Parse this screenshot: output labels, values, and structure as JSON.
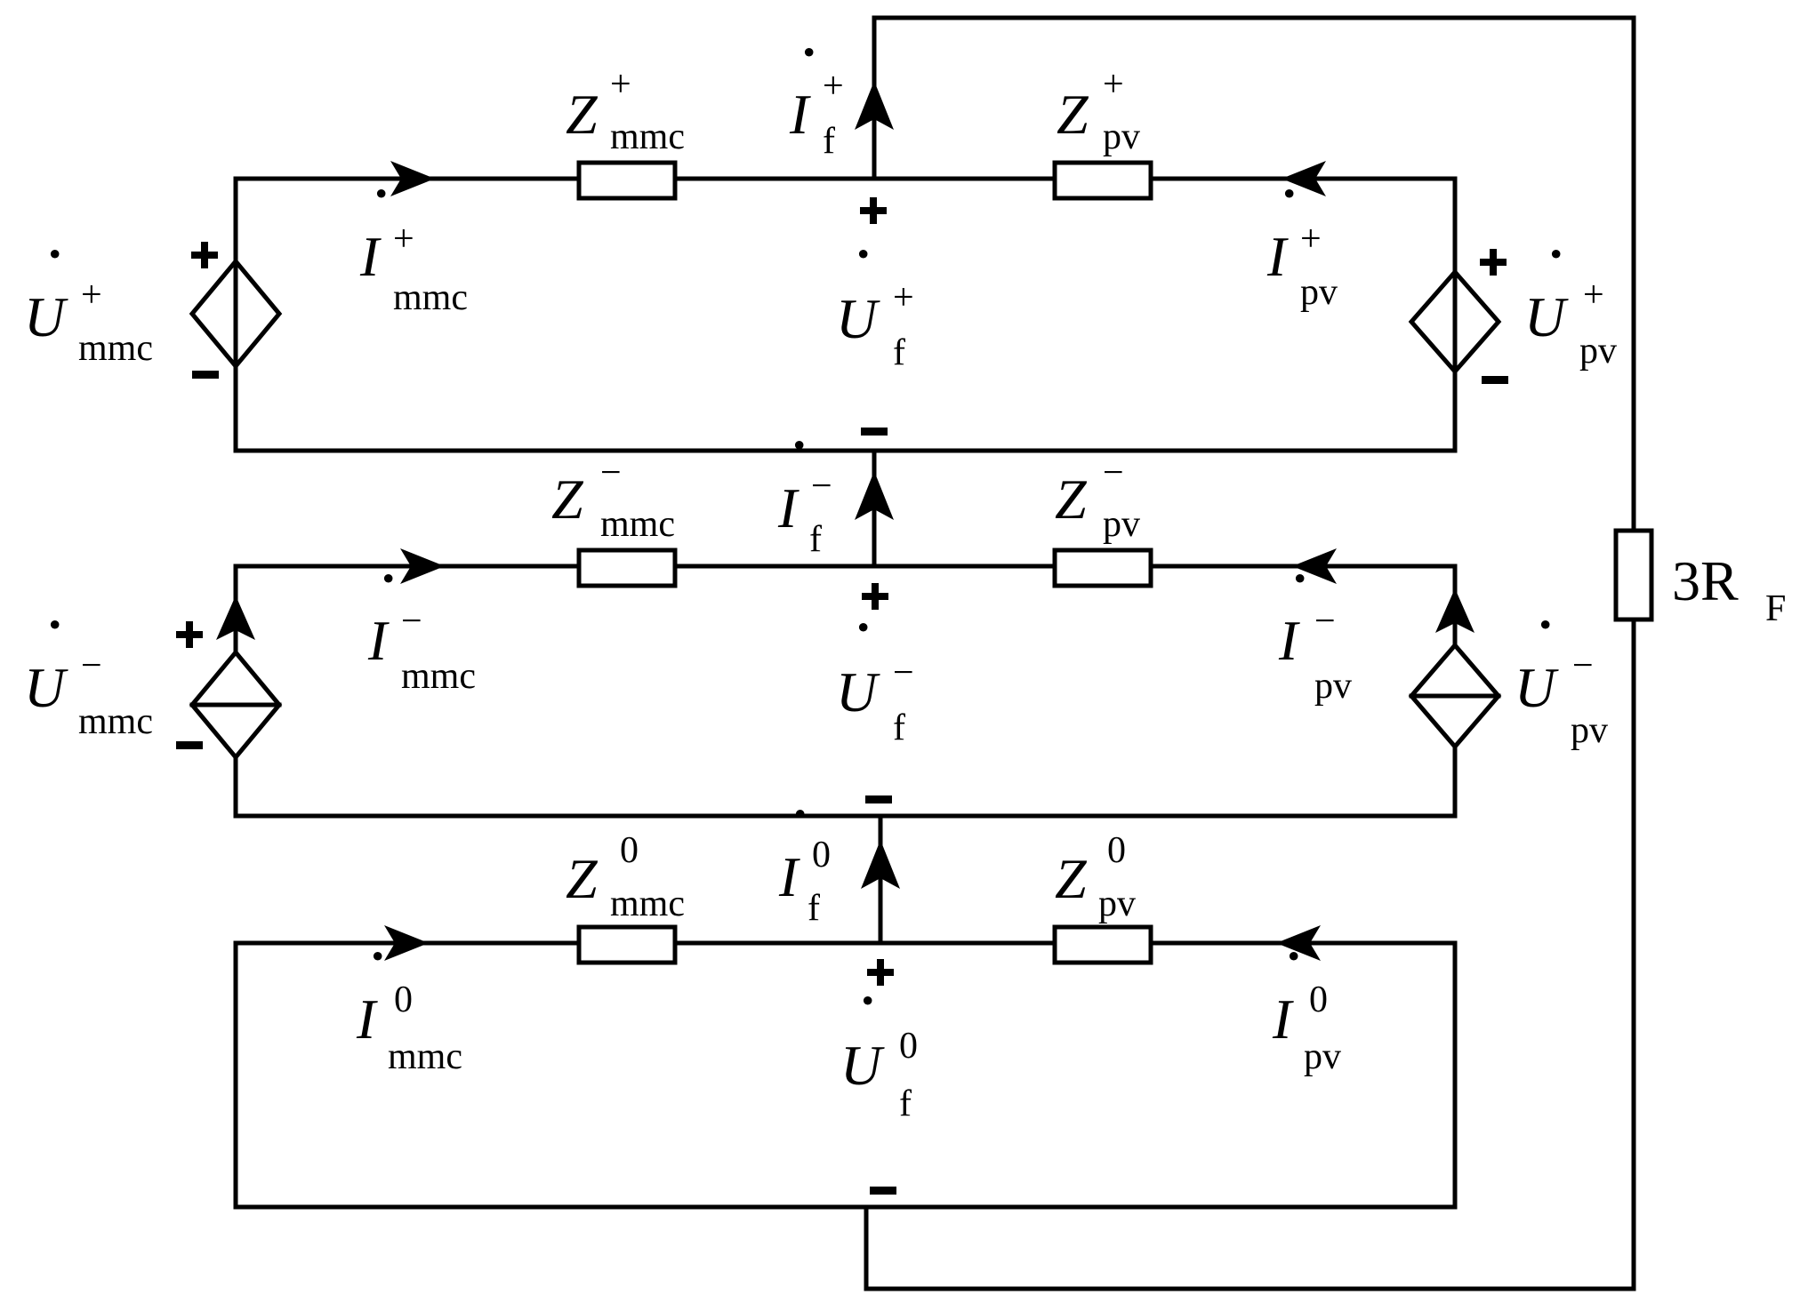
{
  "labels": {
    "pos": {
      "z_mmc": {
        "base": "Z",
        "sup": "+",
        "sub": "mmc"
      },
      "z_pv": {
        "base": "Z",
        "sup": "+",
        "sub": "pv"
      },
      "i_f": {
        "base": "I",
        "sup": "+",
        "sub": "f",
        "dot": "˙"
      },
      "i_mmc": {
        "base": "I",
        "sup": "+",
        "sub": "mmc",
        "dot": "˙"
      },
      "i_pv": {
        "base": "I",
        "sup": "+",
        "sub": "pv",
        "dot": "˙"
      },
      "u_f": {
        "base": "U",
        "sup": "+",
        "sub": "f",
        "dot": "˙"
      },
      "u_mmc": {
        "base": "U",
        "sup": "+",
        "sub": "mmc",
        "dot": "˙"
      },
      "u_pv": {
        "base": "U",
        "sup": "+",
        "sub": "pv",
        "dot": "˙"
      }
    },
    "neg": {
      "z_mmc": {
        "base": "Z",
        "sup": "−",
        "sub": "mmc"
      },
      "z_pv": {
        "base": "Z",
        "sup": "−",
        "sub": "pv"
      },
      "i_f": {
        "base": "I",
        "sup": "−",
        "sub": "f",
        "dot": "˙"
      },
      "i_mmc": {
        "base": "I",
        "sup": "−",
        "sub": "mmc",
        "dot": "˙"
      },
      "i_pv": {
        "base": "I",
        "sup": "−",
        "sub": "pv",
        "dot": "˙"
      },
      "u_f": {
        "base": "U",
        "sup": "−",
        "sub": "f",
        "dot": "˙"
      },
      "u_mmc": {
        "base": "U",
        "sup": "−",
        "sub": "mmc",
        "dot": "˙"
      },
      "u_pv": {
        "base": "U",
        "sup": "−",
        "sub": "pv",
        "dot": "˙"
      }
    },
    "zero": {
      "z_mmc": {
        "base": "Z",
        "sup": "0",
        "sub": "mmc"
      },
      "z_pv": {
        "base": "Z",
        "sup": "0",
        "sub": "pv"
      },
      "i_f": {
        "base": "I",
        "sup": "0",
        "sub": "f",
        "dot": "˙"
      },
      "i_mmc": {
        "base": "I",
        "sup": "0",
        "sub": "mmc",
        "dot": "˙"
      },
      "i_pv": {
        "base": "I",
        "sup": "0",
        "sub": "pv",
        "dot": "˙"
      },
      "u_f": {
        "base": "U",
        "sup": "0",
        "sub": "f",
        "dot": "˙"
      }
    },
    "fault_res": {
      "base": "3R",
      "sub": "F"
    }
  },
  "signs": {
    "plus": "+",
    "minus": "−"
  }
}
